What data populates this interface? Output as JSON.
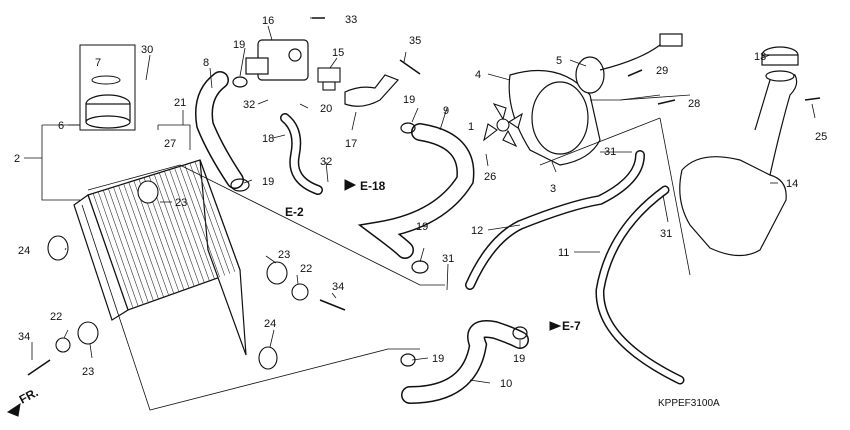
{
  "diagram_code": "KPPEF3100A",
  "front_indicator": "FR.",
  "parts": [
    "1",
    "2",
    "3",
    "4",
    "5",
    "6",
    "7",
    "8",
    "9",
    "10",
    "11",
    "12",
    "13",
    "14",
    "15",
    "16",
    "17",
    "18",
    "19",
    "20",
    "21",
    "22",
    "23",
    "24",
    "25",
    "26",
    "27",
    "28",
    "29",
    "30",
    "31",
    "32",
    "33",
    "34",
    "35"
  ],
  "references": [
    "E-18",
    "E-2",
    "E-7"
  ],
  "colors": {
    "line": "#111111",
    "hose_fill": "#ffffff",
    "background": "#ffffff"
  }
}
